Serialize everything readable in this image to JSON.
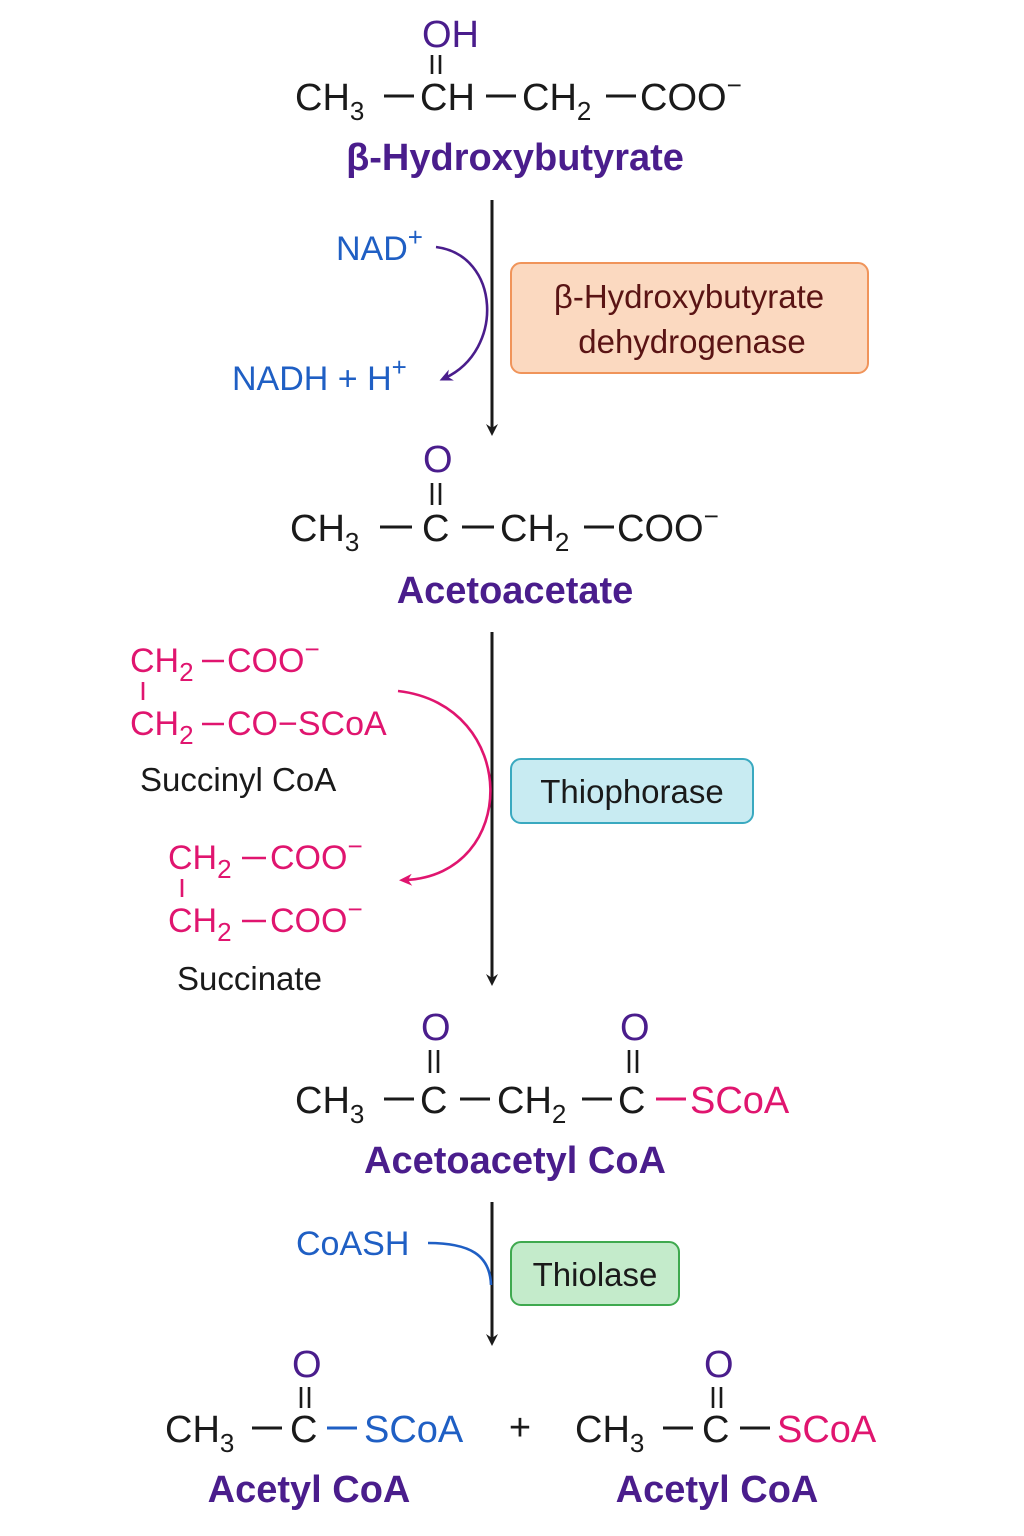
{
  "colors": {
    "black": "#1a1a1a",
    "purple": "#4a1d8c",
    "blue": "#1f5fc4",
    "magenta": "#e0156f",
    "enzyme1_fill": "#fbd9c0",
    "enzyme1_stroke": "#f0945a",
    "enzyme1_text": "#5a1414",
    "enzyme2_fill": "#c8ebf2",
    "enzyme2_stroke": "#3aa9c0",
    "enzyme3_fill": "#c4ebcb",
    "enzyme3_stroke": "#3fa94f"
  },
  "atoms": {
    "CH": "CH",
    "C": "C",
    "COO": "COO",
    "O": "O",
    "OH": "OH",
    "SCoA": "SCoA",
    "sub2": "2",
    "sub3": "3",
    "minus": "−",
    "plus_sign": "+"
  },
  "compounds": {
    "beta_hydroxybutyrate": "β-Hydroxybutyrate",
    "acetoacetate": "Acetoacetate",
    "acetoacetyl_coa": "Acetoacetyl CoA",
    "acetyl_coa_1": "Acetyl CoA",
    "acetyl_coa_2": "Acetyl CoA"
  },
  "step1": {
    "enzyme_line1": "β-Hydroxybutyrate",
    "enzyme_line2": "dehydrogenase",
    "cofactor_in": "NAD",
    "cofactor_out": "NADH + H"
  },
  "step2": {
    "enzyme": "Thiophorase",
    "donor_line2_tail": "CO−SCoA",
    "donor_name": "Succinyl CoA",
    "product_name": "Succinate"
  },
  "step3": {
    "enzyme": "Thiolase",
    "cofactor_in": "CoASH"
  },
  "products": {
    "plus": "+"
  }
}
